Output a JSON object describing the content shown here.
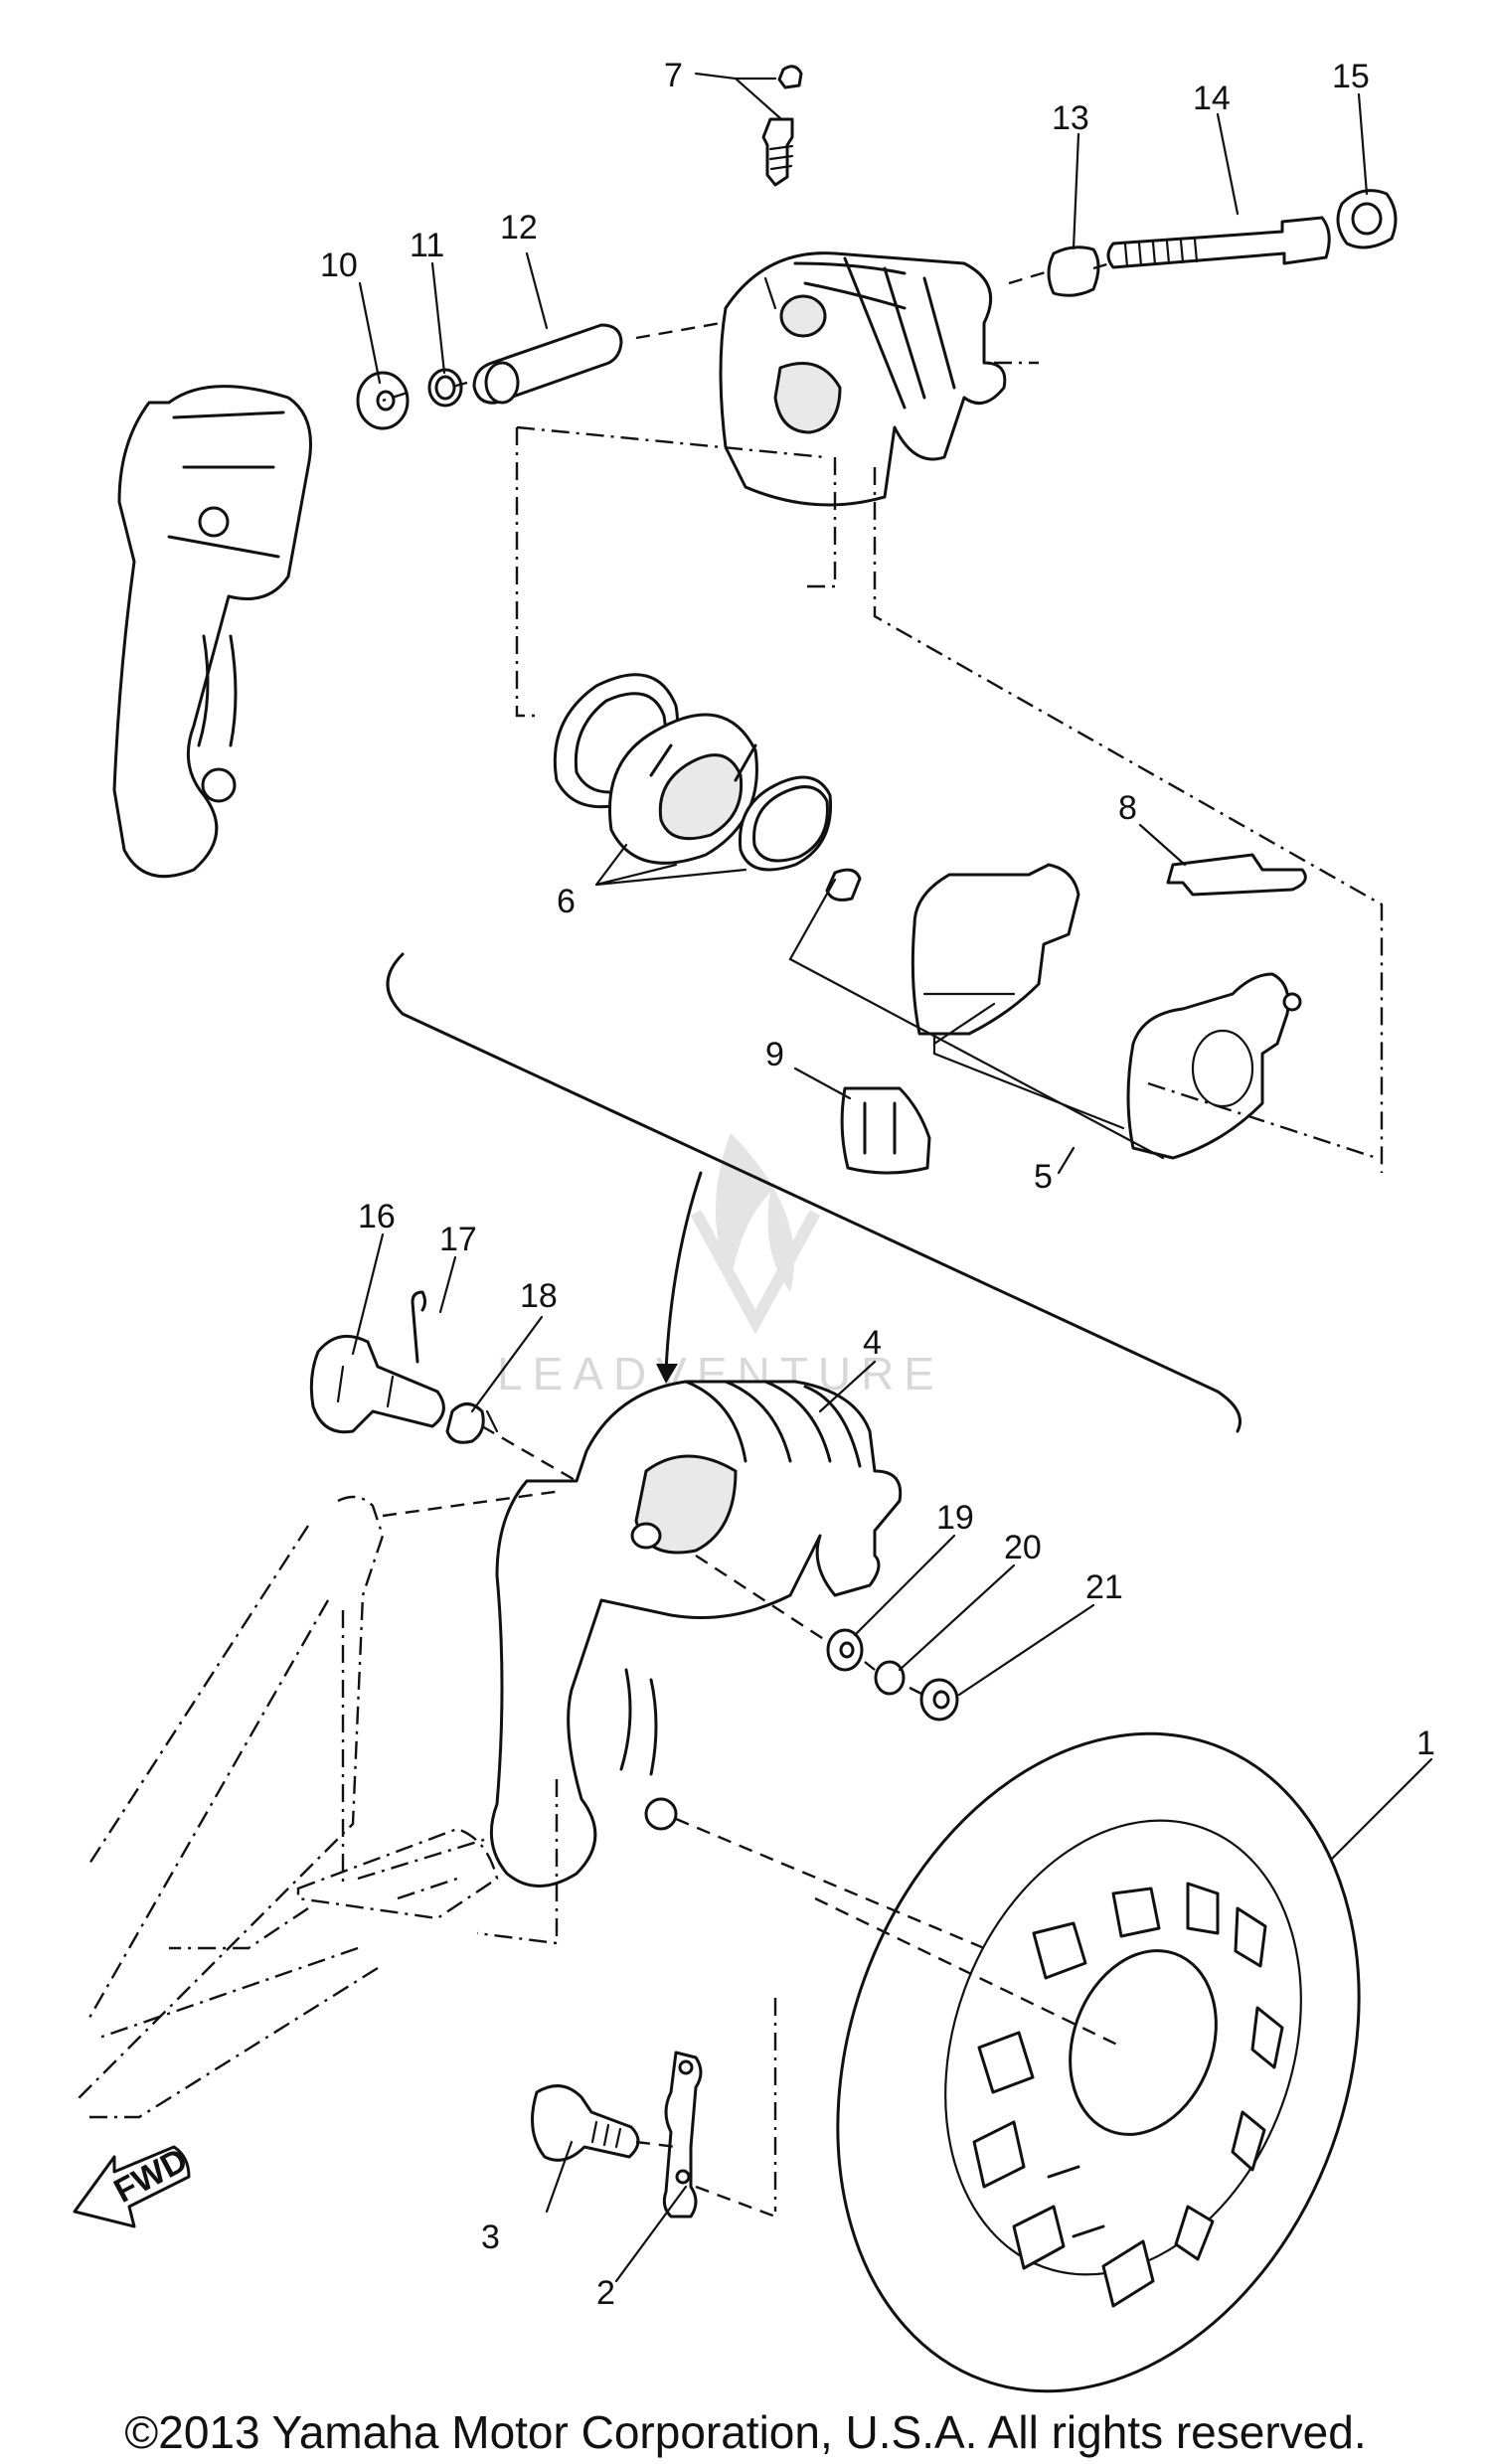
{
  "watermark": "LEADVENTURE",
  "fwd_label": "FWD",
  "copyright": "©2013 Yamaha Motor Corporation, U.S.A. All rights reserved.",
  "callouts": [
    {
      "id": "c1",
      "text": "1"
    },
    {
      "id": "c2",
      "text": "2"
    },
    {
      "id": "c3",
      "text": "3"
    },
    {
      "id": "c4",
      "text": "4"
    },
    {
      "id": "c5",
      "text": "5"
    },
    {
      "id": "c6",
      "text": "6"
    },
    {
      "id": "c7",
      "text": "7"
    },
    {
      "id": "c8",
      "text": "8"
    },
    {
      "id": "c9",
      "text": "9"
    },
    {
      "id": "c10",
      "text": "10"
    },
    {
      "id": "c11",
      "text": "11"
    },
    {
      "id": "c12",
      "text": "12"
    },
    {
      "id": "c13",
      "text": "13"
    },
    {
      "id": "c14",
      "text": "14"
    },
    {
      "id": "c15",
      "text": "15"
    },
    {
      "id": "c16",
      "text": "16"
    },
    {
      "id": "c17",
      "text": "17"
    },
    {
      "id": "c18",
      "text": "18"
    },
    {
      "id": "c19",
      "text": "19"
    },
    {
      "id": "c20",
      "text": "20"
    },
    {
      "id": "c21",
      "text": "21"
    }
  ]
}
